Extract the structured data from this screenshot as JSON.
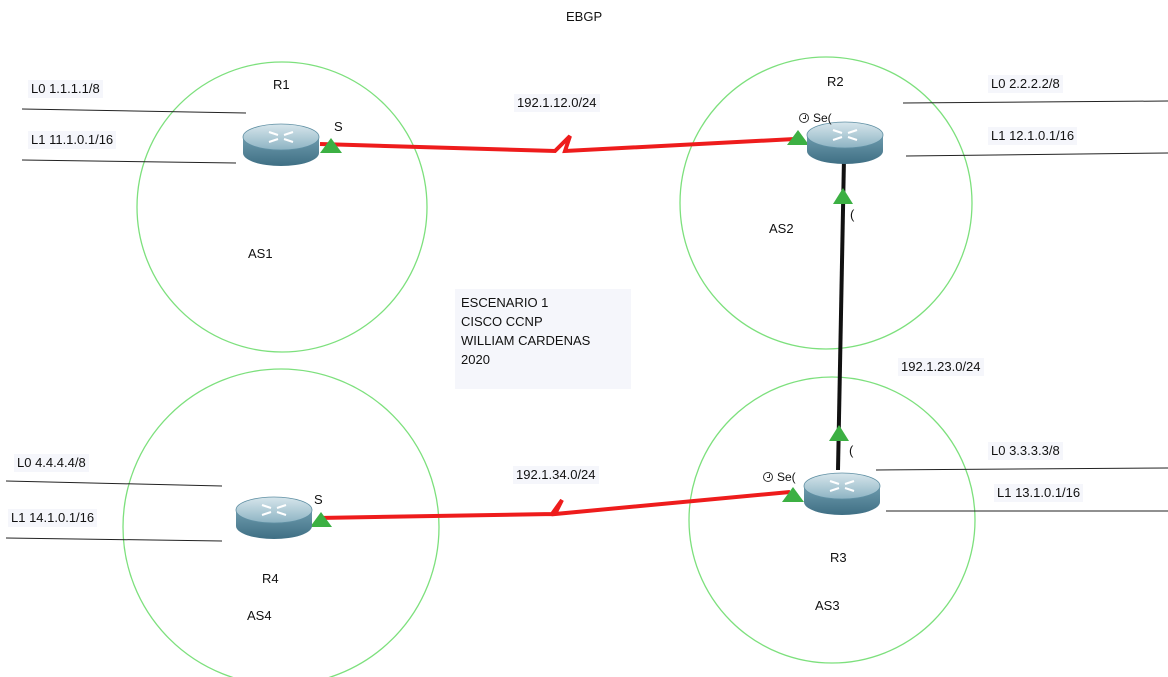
{
  "title": "EBGP",
  "note": {
    "line1": "ESCENARIO 1",
    "line2": "CISCO CCNP",
    "line3": "WILLIAM CARDENAS",
    "line4": "2020"
  },
  "links": {
    "r1_r2": "192.1.12.0/24",
    "r2_r3": "192.1.23.0/24",
    "r3_r4": "192.1.34.0/24"
  },
  "routers": {
    "r1": {
      "name": "R1",
      "as": "AS1",
      "l0": "L0 1.1.1.1/8",
      "l1": "L1 11.1.0.1/16",
      "port": "S"
    },
    "r2": {
      "name": "R2",
      "as": "AS2",
      "l0": "L0 2.2.2.2/8",
      "l1": "L1 12.1.0.1/16",
      "port": "Se(",
      "port2": "("
    },
    "r3": {
      "name": "R3",
      "as": "AS3",
      "l0": "L0 3.3.3.3/8",
      "l1": "L1 13.1.0.1/16",
      "port": "Se(",
      "port2": "("
    },
    "r4": {
      "name": "R4",
      "as": "AS4",
      "l0": "L0 4.4.4.4/8",
      "l1": "L1 14.1.0.1/16",
      "port": "S"
    }
  },
  "colors": {
    "serial_link": "#ee1c1c",
    "ethernet_link": "#111111",
    "as_circle": "#7de07d",
    "port_up": "#3cb043",
    "router_body": "#5f8fa3"
  }
}
